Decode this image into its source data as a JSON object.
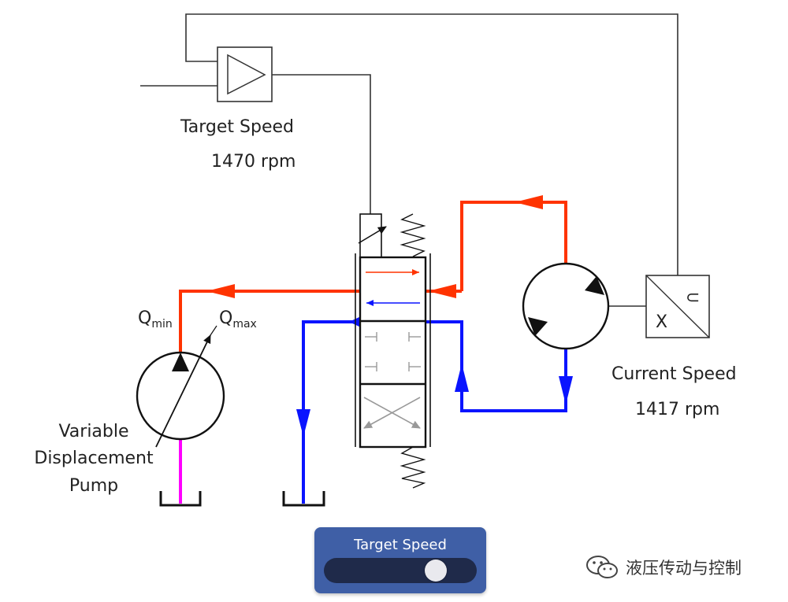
{
  "target_speed": {
    "label": "Target Speed",
    "value": "1470 rpm"
  },
  "current_speed": {
    "label": "Current Speed",
    "value": "1417 rpm"
  },
  "pump": {
    "label_line1": "Variable",
    "label_line2": "Displacement",
    "label_line3": "Pump",
    "q_min_main": "Q",
    "q_min_sub": "min",
    "q_max_main": "Q",
    "q_max_sub": "max"
  },
  "sensor": {
    "symbol_top": "⊂",
    "symbol_bottom": "X"
  },
  "control": {
    "title": "Target Speed",
    "slider_fraction": 0.78
  },
  "watermark": {
    "text": "液压传动与控制"
  },
  "colors": {
    "pressure_line": "#ff3300",
    "return_line": "#0a14ff",
    "suction_line": "#ff00ff",
    "signal_line": "#222222",
    "panel_bg": "#3f5fa6",
    "track_bg": "#1f2a4a",
    "thumb": "#e9e9ee"
  }
}
